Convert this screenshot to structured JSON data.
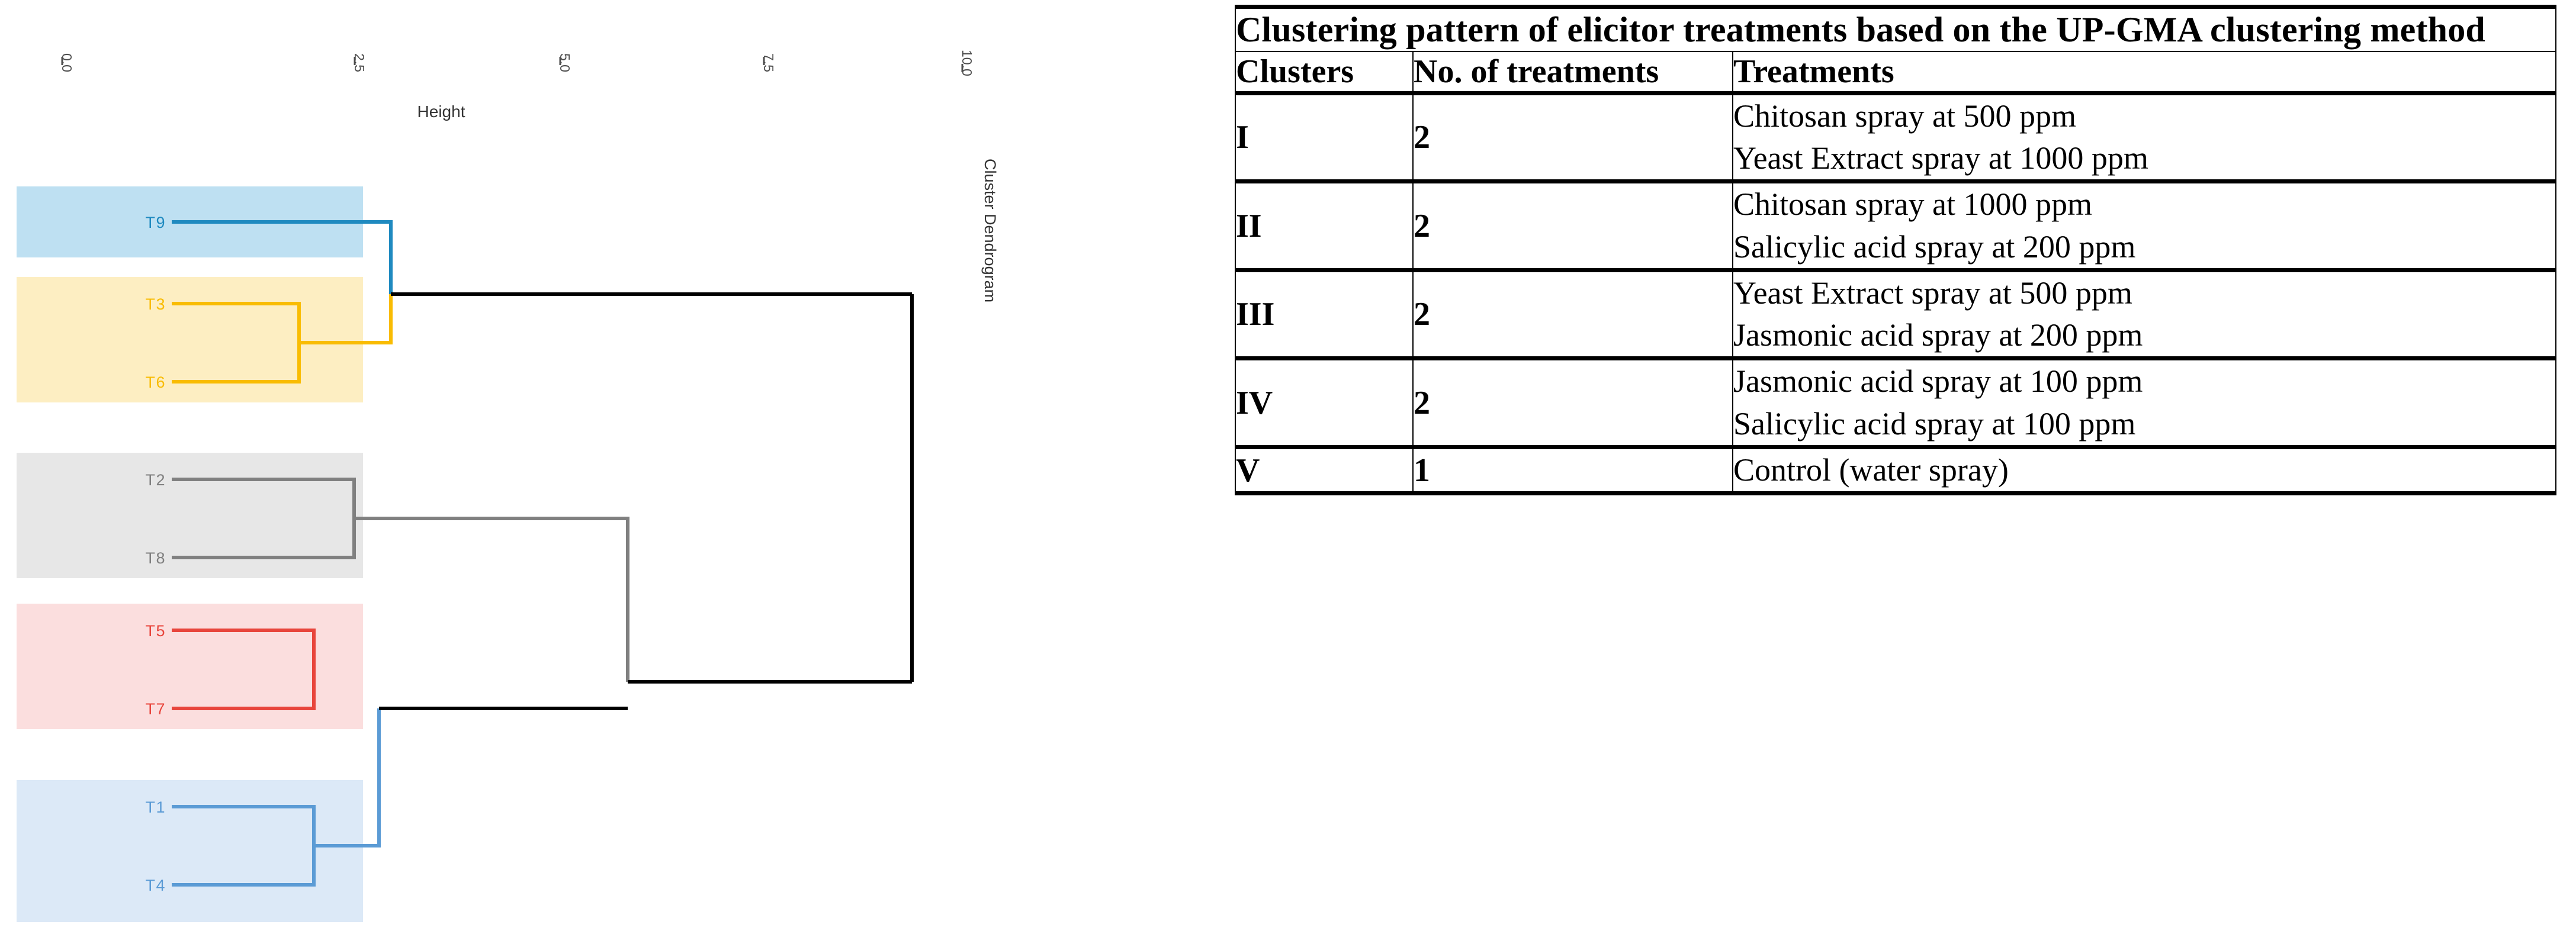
{
  "chart_data": {
    "type": "dendrogram",
    "title": "Cluster Dendrogram",
    "xlabel": "Height",
    "ylabel": "",
    "orientation": "horizontal",
    "axis_ticks": [
      "0.0",
      "2.5",
      "5.0",
      "7.5",
      "10.0"
    ],
    "axis_range": [
      0.0,
      10.0
    ],
    "grid": false,
    "leaves": [
      {
        "label": "T9",
        "group": 1,
        "color": "#1f8ac0",
        "band": "#bee0f2",
        "height_start": 0.0
      },
      {
        "label": "T3",
        "group": 2,
        "color": "#f9bc02",
        "band": "#fdeec2",
        "height_start": 0.0
      },
      {
        "label": "T6",
        "group": 2,
        "color": "#f9bc02",
        "band": "#fdeec2",
        "height_start": 0.0
      },
      {
        "label": "T2",
        "group": 3,
        "color": "#808080",
        "band": "#e7e7e7",
        "height_start": 0.0
      },
      {
        "label": "T8",
        "group": 3,
        "color": "#808080",
        "band": "#e7e7e7",
        "height_start": 0.0
      },
      {
        "label": "T5",
        "group": 4,
        "color": "#e8453c",
        "band": "#fbdede",
        "height_start": 0.0
      },
      {
        "label": "T7",
        "group": 4,
        "color": "#e8453c",
        "band": "#fbdede",
        "height_start": 0.0
      },
      {
        "label": "T1",
        "group": 5,
        "color": "#5b9bd5",
        "band": "#dce9f7",
        "height_start": 0.0
      },
      {
        "label": "T4",
        "group": 5,
        "color": "#5b9bd5",
        "band": "#dce9f7",
        "height_start": 0.0
      }
    ],
    "merges": [
      {
        "id": "m1",
        "members": [
          "T3",
          "T6"
        ],
        "height": 1.7,
        "color": "#f9bc02"
      },
      {
        "id": "m2",
        "members": [
          "T5",
          "T7"
        ],
        "height": 1.9,
        "color": "#e8453c"
      },
      {
        "id": "m3",
        "members": [
          "T1",
          "T4"
        ],
        "height": 2.0,
        "color": "#5b9bd5"
      },
      {
        "id": "m4",
        "members": [
          "T2",
          "T8"
        ],
        "height": 2.2,
        "color": "#808080"
      },
      {
        "id": "m5",
        "members": [
          "T9",
          "m1"
        ],
        "height": 2.5,
        "color": "#000000"
      },
      {
        "id": "m6",
        "members": [
          "m2",
          "m3"
        ],
        "height": 3.5,
        "color": "#000000"
      },
      {
        "id": "m7",
        "members": [
          "m4",
          "m6"
        ],
        "height": 5.7,
        "color": "#000000"
      },
      {
        "id": "m8",
        "members": [
          "m5",
          "m7"
        ],
        "height": 9.1,
        "color": "#000000"
      }
    ]
  },
  "dendrogram": {
    "title": "Cluster Dendrogram",
    "axis_title": "Height",
    "ticks": [
      "0.0",
      "2.5",
      "5.0",
      "7.5",
      "10.0"
    ],
    "leaf_labels": [
      "T9",
      "T3",
      "T6",
      "T2",
      "T8",
      "T5",
      "T7",
      "T1",
      "T4"
    ],
    "colors": {
      "blue_dark": "#1f8ac0",
      "blue_band": "#bee0f2",
      "gold": "#f9bc02",
      "gold_band": "#fdeec2",
      "grey": "#808080",
      "grey_band": "#e7e7e7",
      "red": "#e8453c",
      "red_band": "#fbdede",
      "blue_light": "#5b9bd5",
      "blue_light_band": "#dce9f7",
      "link": "#000000"
    }
  },
  "table": {
    "title": "Clustering pattern of elicitor treatments based on the UP-GMA clustering method",
    "headers": {
      "clusters": "Clusters",
      "no_of_treatments": "No. of treatments",
      "treatments": "Treatments"
    },
    "rows": [
      {
        "cluster": "I",
        "count": "2",
        "treatments": [
          "Chitosan spray at 500 ppm",
          "Yeast Extract spray at 1000 ppm"
        ]
      },
      {
        "cluster": "II",
        "count": "2",
        "treatments": [
          "Chitosan spray at 1000 ppm",
          "Salicylic acid spray at 200 ppm"
        ]
      },
      {
        "cluster": "III",
        "count": "2",
        "treatments": [
          "Yeast Extract spray at 500 ppm",
          "Jasmonic acid spray at 200 ppm"
        ]
      },
      {
        "cluster": "IV",
        "count": "2",
        "treatments": [
          "Jasmonic acid spray at 100 ppm",
          "Salicylic acid spray at 100 ppm"
        ]
      },
      {
        "cluster": "V",
        "count": "1",
        "treatments": [
          "Control (water spray)"
        ]
      }
    ]
  }
}
